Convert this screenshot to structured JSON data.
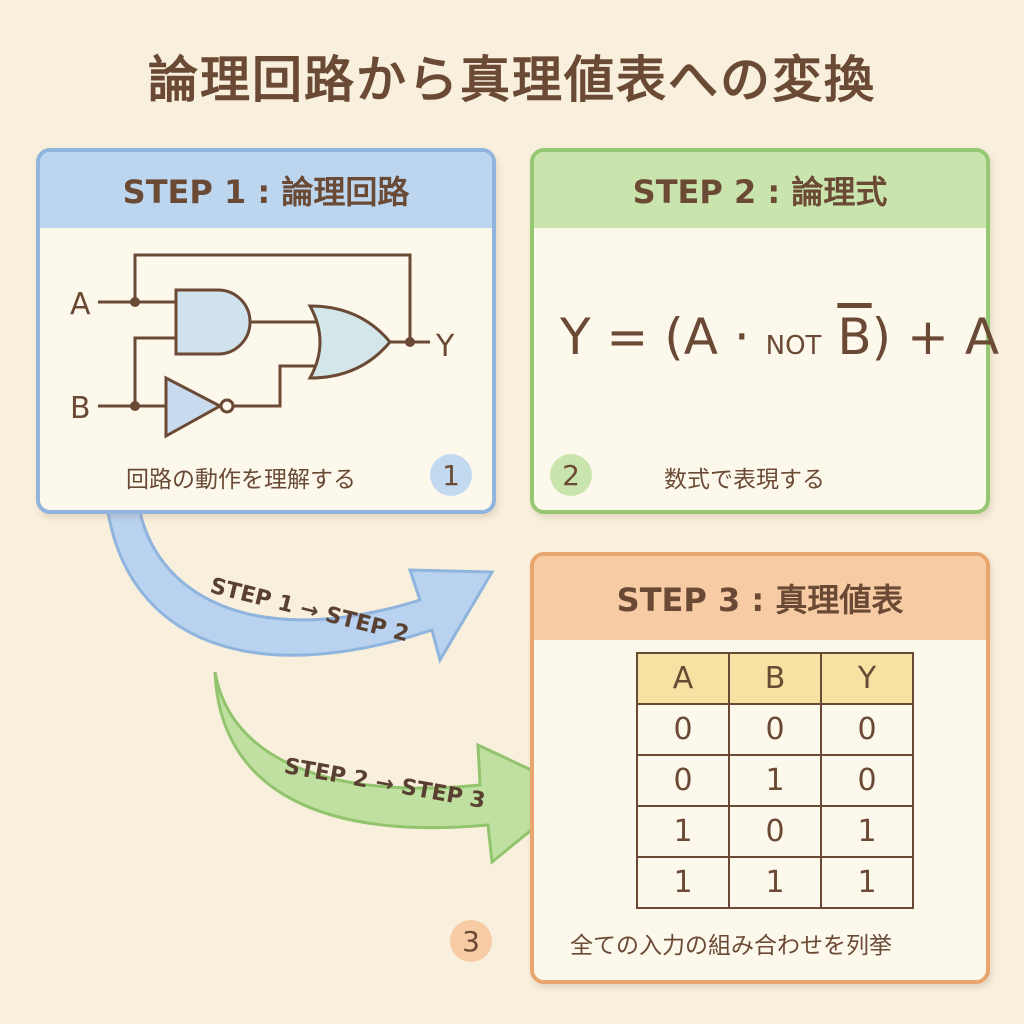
{
  "title": "論理回路から真理値表への変換",
  "step1": {
    "header": "STEP 1 : 論理回路",
    "caption": "回路の動作を理解する",
    "number": "1",
    "labels": {
      "a": "A",
      "b": "B",
      "y": "Y"
    }
  },
  "step2": {
    "header": "STEP 2 : 論理式",
    "caption": "数式で表現する",
    "number": "2",
    "formula": {
      "lhs": "Y = (A ·",
      "not": "NOT",
      "b": "B",
      "rhs": ") + A"
    }
  },
  "step3": {
    "header": "STEP 3 : 真理値表",
    "caption": "全ての入力の組み合わせを列挙",
    "number": "3",
    "table": {
      "headers": [
        "A",
        "B",
        "Y"
      ],
      "rows": [
        [
          "0",
          "0",
          "0"
        ],
        [
          "0",
          "1",
          "0"
        ],
        [
          "1",
          "0",
          "1"
        ],
        [
          "1",
          "1",
          "1"
        ]
      ]
    }
  },
  "arrows": {
    "a1": "STEP 1 → STEP 2",
    "a2": "STEP 2 → STEP 3"
  },
  "colors": {
    "blue": "#bcd6ef",
    "green": "#c9e4ac",
    "orange": "#f7cba4",
    "ink": "#6b4a35"
  }
}
